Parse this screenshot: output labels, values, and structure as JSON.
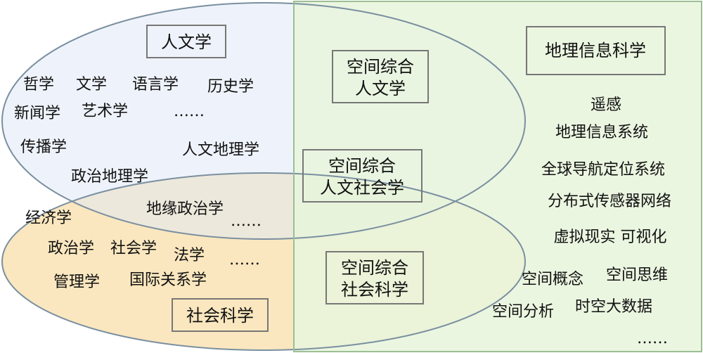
{
  "colors": {
    "top_ellipse_fill": "#eef3fb",
    "bottom_ellipse_fill": "#fae7bf",
    "overlap_fill": "#ece8dc",
    "green_rect_fill": "#e8f4dc",
    "green_stroke": "#9bbf94",
    "ellipse_stroke": "#7a8fa0",
    "box_stroke": "#777777"
  },
  "humanities": {
    "box_label": "人文学",
    "items": [
      "哲学",
      "文学",
      "语言学",
      "历史学",
      "新闻学",
      "艺术学",
      "……",
      "传播学"
    ]
  },
  "overlap": {
    "items": [
      "人文地理学",
      "政治地理学",
      "地缘政治学",
      "……"
    ]
  },
  "social_science": {
    "box_label": "社会科学",
    "items": [
      "经济学",
      "政治学",
      "社会学",
      "法学",
      "……",
      "管理学",
      "国际关系学"
    ]
  },
  "spatial_boxes": {
    "humanities": [
      "空间综合",
      "人文学"
    ],
    "humanities_social": [
      "空间综合",
      "人文社会学"
    ],
    "social": [
      "空间综合",
      "社会科学"
    ]
  },
  "geo_info": {
    "box_label": "地理信息科学",
    "items": [
      "遥感",
      "地理信息系统",
      "全球导航定位系统",
      "分布式传感器网络",
      "虚拟现实 可视化",
      "空间概念",
      "空间思维",
      "空间分析",
      "时空大数据",
      "……"
    ]
  }
}
